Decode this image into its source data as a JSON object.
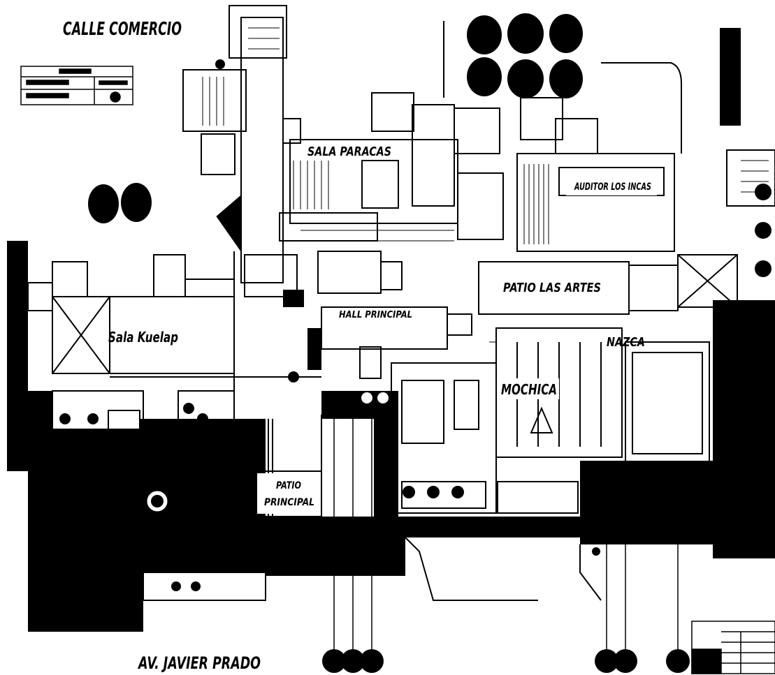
{
  "streets": {
    "top": "CALLE COMERCIO",
    "bottom": "AV. JAVIER PRADO"
  },
  "rooms": {
    "sala_paracas": "SALA PARACAS",
    "auditor_los_incas": "AUDITOR LOS INCAS",
    "patio_las_artes": "PATIO LAS ARTES",
    "sala_kuelap": "Sala Kuelap",
    "hall_principal": "HALL PRINCIPAL",
    "nazca": "NAZCA",
    "mochica": "MOCHICA",
    "patio_principal_line1": "PATIO",
    "patio_principal_line2": "PRINCIPAL"
  },
  "colors": {
    "ink": "#000000",
    "paper": "#ffffff"
  }
}
